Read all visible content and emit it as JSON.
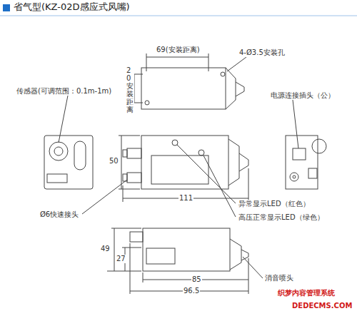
{
  "diagram": {
    "title": "省气型(KZ-02D感应式风嘴)",
    "labels": [
      "69(安装距离)",
      "20安装距离",
      "4-Ø3.5安装孔",
      "传感器(可调范围：0.1m-1m)",
      "电源连接插头（公）",
      "50",
      "111",
      "异常显示LED（红色）",
      "高压正常显示LED（绿色）",
      "Ø6快速接头",
      "49",
      "27",
      "85",
      "96.5",
      "消音喷头",
      "织梦内容管理系统",
      "DEDECMS.COM"
    ]
  }
}
